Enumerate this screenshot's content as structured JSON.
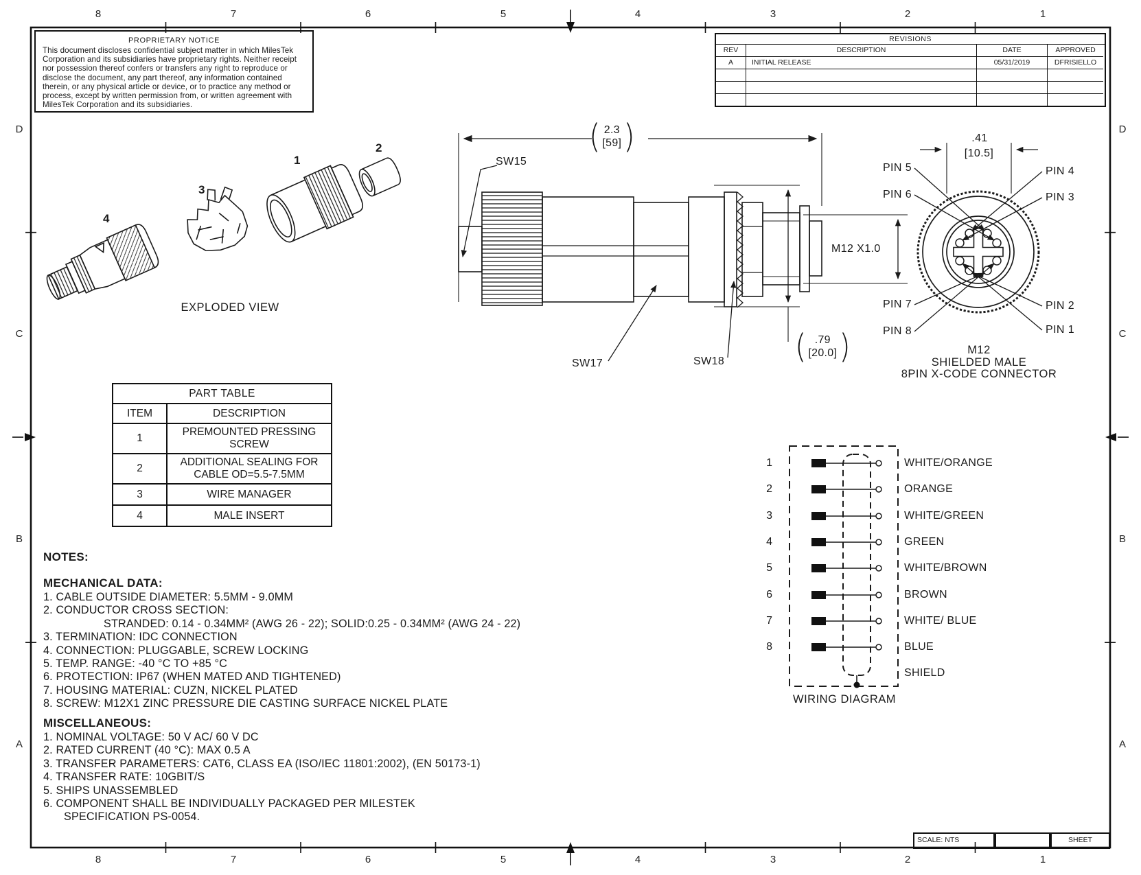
{
  "zones": {
    "columns": [
      "8",
      "7",
      "6",
      "5",
      "4",
      "3",
      "2",
      "1"
    ],
    "rows": [
      "D",
      "C",
      "B",
      "A"
    ]
  },
  "proprietary_notice": {
    "title": "PROPRIETARY NOTICE",
    "body": "This document discloses confidential subject matter in which MilesTek Corporation and its subsidiaries have proprietary rights. Neither receipt nor possession thereof confers or transfers any right to reproduce or disclose the document, any part thereof, any information contained therein, or any physical article or device, or to practice any method or process, except by written permission from, or written agreement with MilesTek Corporation and its subsidiaries."
  },
  "revisions": {
    "title": "REVISIONS",
    "headers": [
      "REV",
      "DESCRIPTION",
      "DATE",
      "APPROVED"
    ],
    "rows": [
      {
        "rev": "A",
        "description": "INITIAL RELEASE",
        "date": "05/31/2019",
        "approved": "DFRISIELLO"
      }
    ]
  },
  "exploded_view": {
    "caption": "EXPLODED VIEW",
    "item_labels": {
      "i1": "1",
      "i2": "2",
      "i3": "3",
      "i4": "4"
    }
  },
  "side_view": {
    "dim_overall": {
      "inches": "2.3",
      "mm": "[59]"
    },
    "dim_height": {
      "inches": ".79",
      "mm": "[20.0]"
    },
    "thread_label": "M12 X1.0",
    "sw15": "SW15",
    "sw17": "SW17",
    "sw18": "SW18"
  },
  "front_view": {
    "dim": {
      "inches": ".41",
      "mm": "[10.5]"
    },
    "pins_left": [
      "PIN 5",
      "PIN 6",
      "PIN 7",
      "PIN 8"
    ],
    "pins_right": [
      "PIN 4",
      "PIN 3",
      "PIN 2",
      "PIN 1"
    ],
    "caption_lines": [
      "M12",
      "SHIELDED MALE",
      "8PIN X-CODE CONNECTOR"
    ]
  },
  "part_table": {
    "title": "PART TABLE",
    "headers": [
      "ITEM",
      "DESCRIPTION"
    ],
    "rows": [
      {
        "item": "1",
        "description": "PREMOUNTED PRESSING SCREW"
      },
      {
        "item": "2",
        "description": "ADDITIONAL SEALING FOR CABLE OD=5.5-7.5MM"
      },
      {
        "item": "3",
        "description": "WIRE MANAGER"
      },
      {
        "item": "4",
        "description": "MALE INSERT"
      }
    ]
  },
  "wiring_diagram": {
    "caption": "WIRING DIAGRAM",
    "shield_label": "SHIELD",
    "rows": [
      {
        "pin": "1",
        "color": "WHITE/ORANGE"
      },
      {
        "pin": "2",
        "color": "ORANGE"
      },
      {
        "pin": "3",
        "color": "WHITE/GREEN"
      },
      {
        "pin": "4",
        "color": "GREEN"
      },
      {
        "pin": "5",
        "color": "WHITE/BROWN"
      },
      {
        "pin": "6",
        "color": "BROWN"
      },
      {
        "pin": "7",
        "color": "WHITE/ BLUE"
      },
      {
        "pin": "8",
        "color": "BLUE"
      }
    ]
  },
  "notes": {
    "title": "NOTES:",
    "mechanical": {
      "title": "MECHANICAL DATA:",
      "items": [
        "1. CABLE OUTSIDE DIAMETER: 5.5MM - 9.0MM",
        "2. CONDUCTOR CROSS SECTION:",
        "STRANDED: 0.14 - 0.34MM² (AWG 26 - 22); SOLID:0.25 - 0.34MM² (AWG 24 - 22)",
        "3. TERMINATION: IDC CONNECTION",
        "4. CONNECTION: PLUGGABLE, SCREW LOCKING",
        "5. TEMP. RANGE: -40 °C TO +85 °C",
        "6. PROTECTION: IP67 (WHEN MATED AND TIGHTENED)",
        "7. HOUSING MATERIAL: CUZN, NICKEL PLATED",
        "8. SCREW: M12X1 ZINC PRESSURE DIE CASTING SURFACE NICKEL PLATE"
      ]
    },
    "miscellaneous": {
      "title": "MISCELLANEOUS:",
      "items": [
        "1. NOMINAL VOLTAGE: 50 V AC/ 60 V DC",
        "2. RATED CURRENT (40 °C): MAX 0.5 A",
        "3. TRANSFER PARAMETERS: CAT6, CLASS EA (ISO/IEC 11801:2002), (EN 50173-1)",
        "4. TRANSFER RATE: 10GBIT/S",
        "5. SHIPS UNASSEMBLED",
        "6. COMPONENT SHALL BE INDIVIDUALLY PACKAGED PER MILESTEK",
        "SPECIFICATION PS-0054."
      ]
    }
  },
  "title_block": {
    "scale": "SCALE: NTS",
    "sheet": "SHEET"
  }
}
